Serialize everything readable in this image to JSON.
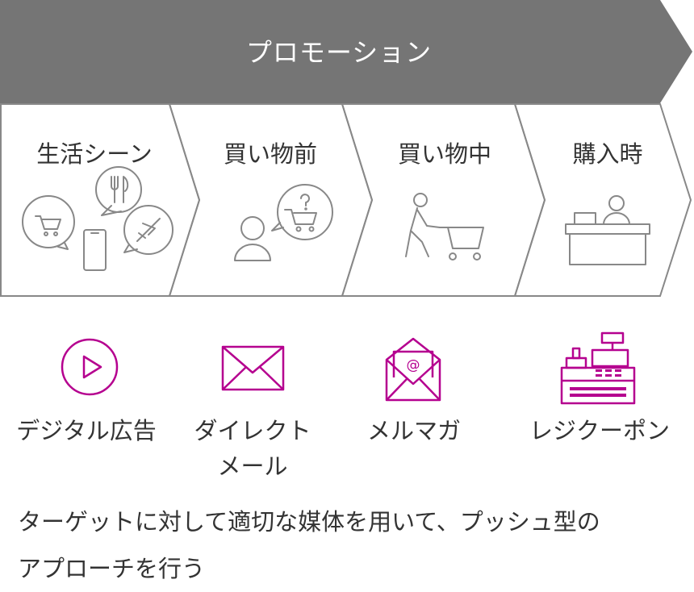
{
  "banner": {
    "title": "プロモーション"
  },
  "stages": [
    {
      "label": "生活シーン"
    },
    {
      "label": "買い物前"
    },
    {
      "label": "買い物中"
    },
    {
      "label": "購入時"
    }
  ],
  "channels": [
    {
      "label": "デジタル広告",
      "icon": "play-circle-icon"
    },
    {
      "label": "ダイレクト",
      "label2": "メール",
      "icon": "envelope-icon"
    },
    {
      "label": "メルマガ",
      "icon": "email-newsletter-icon"
    },
    {
      "label": "レジクーポン",
      "icon": "cash-register-icon"
    }
  ],
  "description": {
    "line1": "ターゲットに対して適切な媒体を用いて、プッシュ型の",
    "line2": "アプローチを行う"
  },
  "colors": {
    "banner": "#757575",
    "accent": "#b5008f",
    "line": "#888888",
    "text": "#333333"
  }
}
